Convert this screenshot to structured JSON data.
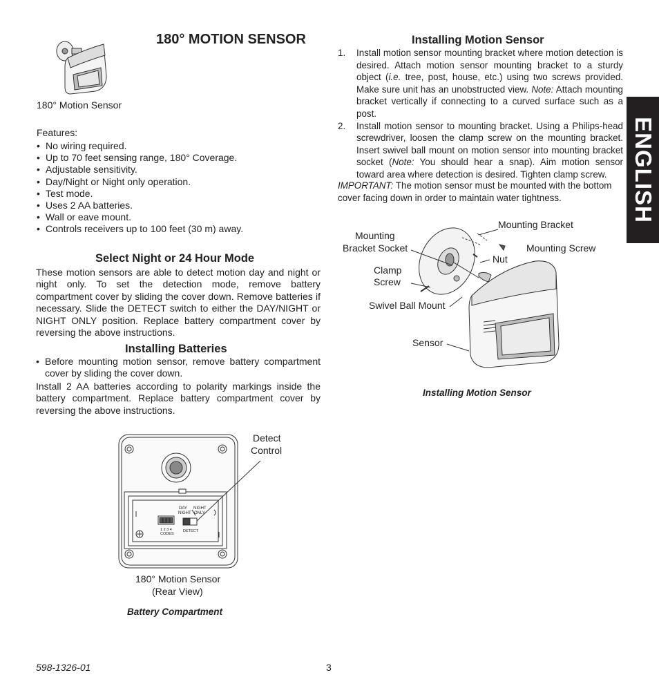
{
  "header": {
    "title": "180° MOTION SENSOR",
    "product_caption": "180° Motion Sensor"
  },
  "features": {
    "heading": "Features:",
    "items": [
      "No wiring required.",
      "Up to 70 feet sensing range, 180° Coverage.",
      "Adjustable sensitivity.",
      "Day/Night or Night only operation.",
      "Test mode.",
      "Uses 2 AA batteries.",
      "Wall or eave mount.",
      "Controls receivers up to 100 feet (30 m) away."
    ]
  },
  "mode_section": {
    "heading": "Select Night or 24 Hour Mode",
    "body": "These motion sensors are able to detect motion day and night or night only. To set the detection mode, remove battery compartment cover by sliding the cover down. Remove batteries if necessary. Slide the DETECT switch to either the DAY/NIGHT or NIGHT ONLY position. Replace battery compartment cover by reversing the above instructions."
  },
  "batteries_section": {
    "heading": "Installing Batteries",
    "bullet": "Before mounting motion sensor, remove battery compartment cover by sliding the cover down.",
    "body": "Install 2 AA batteries according to polarity markings inside the battery compartment. Replace battery compartment cover by reversing the above instructions."
  },
  "battery_figure": {
    "label_detect": "Detect",
    "label_control": "Control",
    "switch_day": "DAY",
    "switch_daynight": "NIGHT",
    "switch_night": "NIGHT",
    "switch_only": "ONLY",
    "codes_numbers": "1 2 3 4",
    "codes_label": "CODES",
    "detect_label": "DETECT",
    "caption_line1": "180° Motion Sensor",
    "caption_line2": "(Rear View)",
    "title": "Battery Compartment"
  },
  "install_section": {
    "heading": "Installing Motion Sensor",
    "step1_num": "1.",
    "step1_a": "Install motion sensor mounting bracket where motion detection is desired. Attach motion sensor mounting bracket to a sturdy object (",
    "step1_ie": "i.e.",
    "step1_b": " tree, post, house, etc.) using two screws provided. Make sure unit has an unobstructed view. ",
    "step1_note": "Note:",
    "step1_c": " Attach mounting bracket vertically if connecting to a curved surface such as a post.",
    "step2_num": "2.",
    "step2_a": "Install motion sensor to mounting bracket. Using a Philips-head screwdriver, loosen the clamp screw on the mounting bracket. Insert swivel ball mount on motion sensor into mounting bracket socket (",
    "step2_note": "Note:",
    "step2_b": " You should hear a snap). Aim motion sensor toward area where detection is desired. Tighten clamp screw.",
    "important_label": "IMPORTANT:",
    "important_text": " The motion sensor must be mounted with the bottom cover facing down in order to maintain water tightness."
  },
  "install_figure": {
    "mounting_bracket": "Mounting Bracket",
    "socket_line1": "Mounting",
    "socket_line2": "Bracket Socket",
    "mounting_screw": "Mounting Screw",
    "nut": "Nut",
    "clamp_line1": "Clamp",
    "clamp_line2": "Screw",
    "swivel": "Swivel Ball Mount",
    "sensor": "Sensor",
    "title": "Installing Motion Sensor"
  },
  "side_tab": {
    "label": "ENGLISH",
    "color": "#231f20"
  },
  "footer": {
    "doc_number": "598-1326-01",
    "page_number": "3"
  }
}
